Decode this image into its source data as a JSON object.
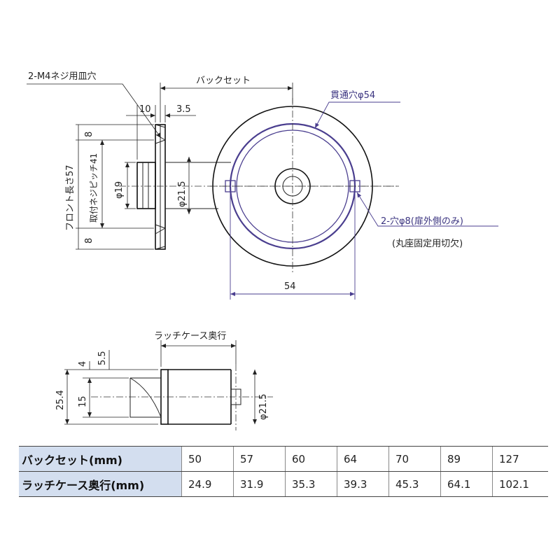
{
  "labels": {
    "screw_hole": "2-M4ネジ用皿穴",
    "backset": "バックセット",
    "through_hole": "貫通穴φ54",
    "dim_10": "10",
    "dim_3_5": "3.5",
    "dim_8_top": "8",
    "dim_8_bottom": "8",
    "front_length": "フロント長さ57",
    "screw_pitch": "取付ネジピッチ41",
    "dia_19": "φ19",
    "dia_21_5_top": "φ21.5",
    "holes_8": "2-穴φ8(扉外側のみ)",
    "round_seat": "(丸座固定用切欠)",
    "dim_54": "54",
    "latch_depth": "ラッチケース奥行",
    "dim_4": "4",
    "dim_5_5": "5.5",
    "dim_25_4": "25.4",
    "dim_15": "15",
    "dia_21_5_bottom": "φ21.5"
  },
  "table": {
    "row1_header": "バックセット(mm)",
    "row2_header": "ラッチケース奥行(mm)",
    "backset_values": [
      "50",
      "57",
      "60",
      "64",
      "70",
      "89",
      "127"
    ],
    "latch_values": [
      "24.9",
      "31.9",
      "35.3",
      "39.3",
      "45.3",
      "64.1",
      "102.1"
    ]
  },
  "colors": {
    "accent": "#4a3e8f",
    "table_header_bg": "#d3deef"
  }
}
